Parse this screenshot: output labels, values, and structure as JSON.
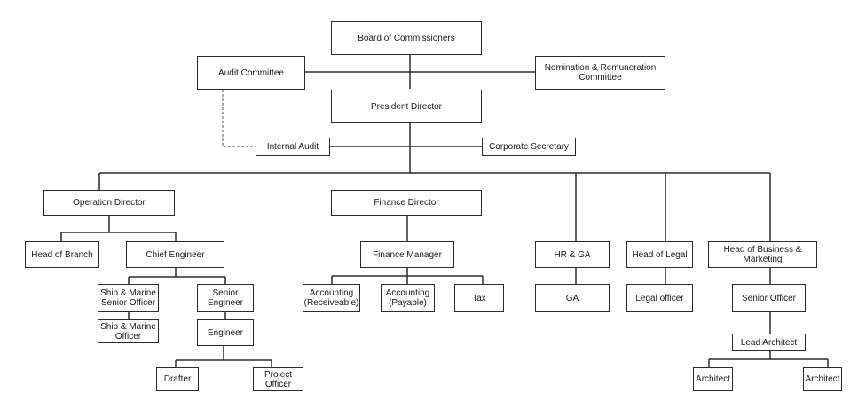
{
  "org_chart": {
    "board": "Board of Commissioners",
    "audit_committee": "Audit Committee",
    "nomination_committee": "Nomination & Remuneration Committee",
    "president_director": "President Director",
    "internal_audit": "Internal Audit",
    "corporate_secretary": "Corporate Secretary",
    "operation_director": "Operation Director",
    "head_of_branch": "Head of Branch",
    "chief_engineer": "Chief Engineer",
    "ship_marine_senior_officer": "Ship & Marine Senior Officer",
    "ship_marine_officer": "Ship & Marine Officer",
    "senior_engineer": "Senior Engineer",
    "engineer": "Engineer",
    "drafter": "Drafter",
    "project_officer": "Project Officer",
    "finance_director": "Finance Director",
    "finance_manager": "Finance Manager",
    "accounting_receivable": "Accounting (Receiveable)",
    "accounting_payable": "Accounting (Payable)",
    "tax": "Tax",
    "hr_ga": "HR & GA",
    "ga": "GA",
    "head_of_legal": "Head of Legal",
    "legal_officer": "Legal officer",
    "head_of_business_marketing": "Head of Business & Marketing",
    "senior_officer": "Senior Officer",
    "lead_architect": "Lead Architect",
    "architect_left": "Architect",
    "architect_right": "Architect"
  },
  "colors": {
    "line": "#2b2b2b",
    "box_border": "#2b2b2b",
    "background": "#ffffff"
  }
}
